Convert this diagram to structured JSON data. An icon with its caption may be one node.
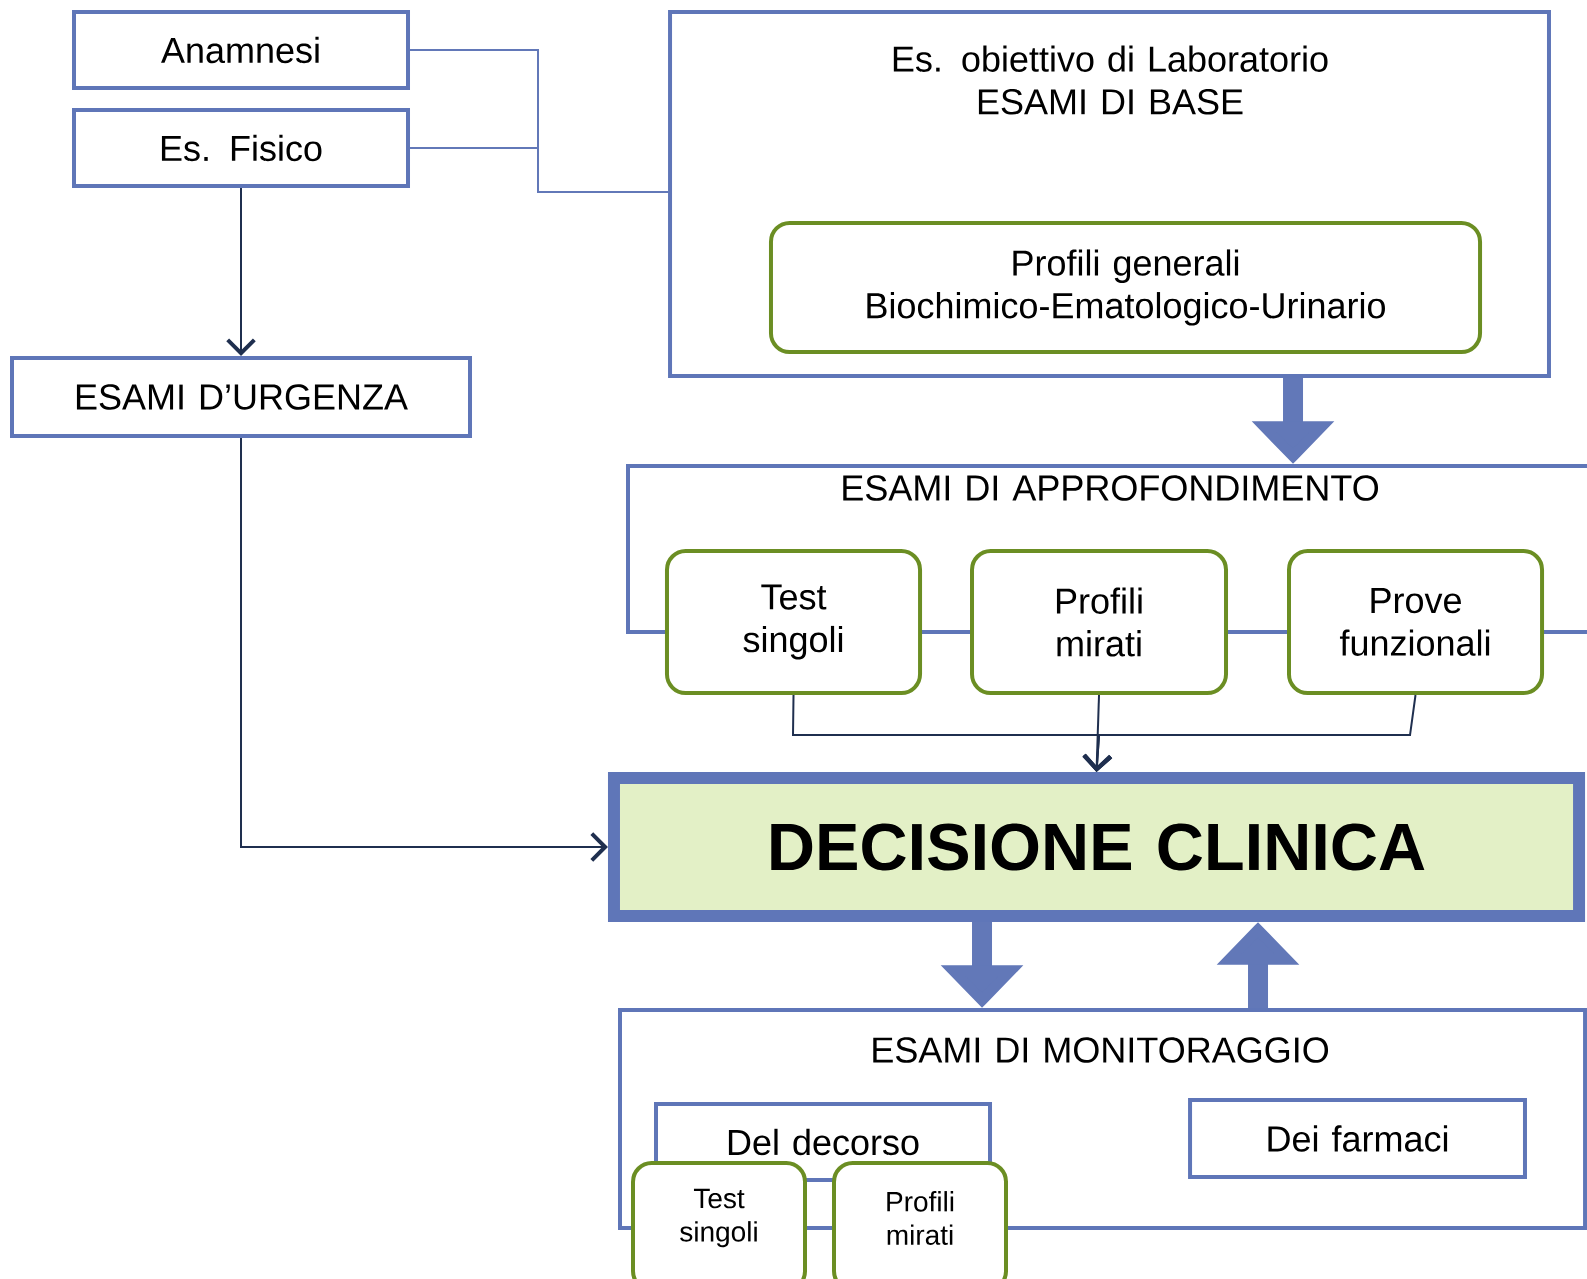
{
  "diagram": {
    "nodes": [
      {
        "text": [
          "Anamnesi"
        ]
      },
      {
        "text": [
          "Es. Fisico"
        ]
      },
      {
        "text": [
          "ESAMI D’URGENZA"
        ]
      },
      {
        "text": [
          "Es. obiettivo di Laboratorio",
          "ESAMI DI BASE"
        ]
      },
      {
        "text": [
          "Profili generali Biochimico-Ematologico-Urinario"
        ],
        "in": 3
      },
      {
        "text": [
          "ESAMI DI APPROFONDIMENTO"
        ]
      },
      {
        "text": [
          "Test singoli"
        ]
      },
      {
        "text": [
          "Profili mirati"
        ]
      },
      {
        "text": [
          "Prove funzionali"
        ]
      },
      {
        "text": [
          "DECISIONE CLINICA"
        ]
      },
      {
        "text": [
          "ESAMI DI MONITORAGGIO"
        ]
      },
      {
        "text": [
          "Del decorso"
        ],
        "in": 10
      },
      {
        "text": [
          "Dei farmaci"
        ],
        "in": 10
      },
      {
        "text": [
          "Test singoli"
        ]
      },
      {
        "text": [
          "Profili mirati"
        ]
      }
    ],
    "edges": [
      {
        "from": 0,
        "to": 3,
        "arrow": "none",
        "color": "#6278b8"
      },
      {
        "from": 1,
        "to": 3,
        "arrow": "none",
        "color": "#6278b8"
      },
      {
        "from": 1,
        "to": 2,
        "arrow": "to",
        "color": "#1f2f4f"
      },
      {
        "from": 2,
        "to": 9,
        "arrow": "to",
        "color": "#1f2f4f"
      },
      {
        "from": 3,
        "to": 5,
        "arrow": "to",
        "style": "thick",
        "color": "#6278b8"
      },
      {
        "from": 6,
        "to": 9,
        "arrow": "to",
        "color": "#1f2f4f"
      },
      {
        "from": 7,
        "to": 9,
        "arrow": "to",
        "color": "#1f2f4f"
      },
      {
        "from": 8,
        "to": 9,
        "arrow": "to",
        "color": "#1f2f4f"
      },
      {
        "from": 9,
        "to": 10,
        "arrow": "to",
        "style": "thick",
        "color": "#6278b8"
      },
      {
        "from": 10,
        "to": 9,
        "arrow": "to",
        "style": "thick",
        "color": "#6278b8"
      }
    ]
  }
}
